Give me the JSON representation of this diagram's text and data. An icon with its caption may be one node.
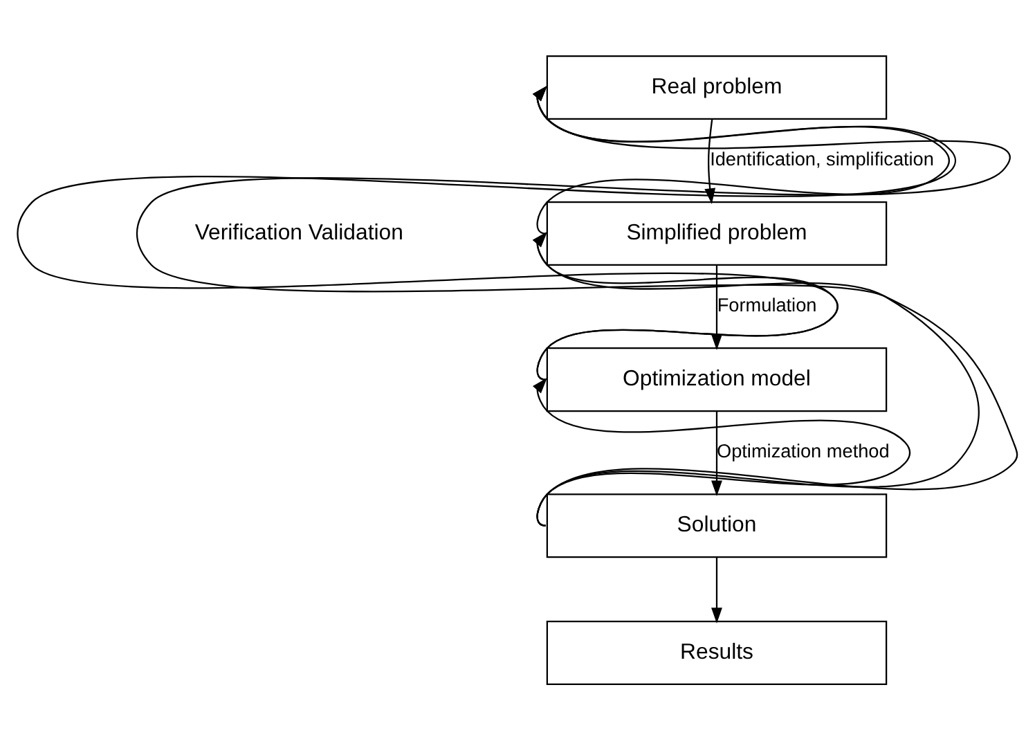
{
  "diagram": {
    "nodes": [
      {
        "text": [
          "Real problem"
        ]
      },
      {
        "text": [
          "Simplified problem"
        ]
      },
      {
        "text": [
          "Optimization model"
        ]
      },
      {
        "text": [
          "Solution"
        ]
      },
      {
        "text": [
          "Results"
        ]
      }
    ],
    "edges": [
      {
        "from": 0,
        "to": 1,
        "arrow": "to",
        "label": "Identification, simplification"
      },
      {
        "from": 1,
        "to": 2,
        "arrow": "to",
        "label": "Formulation"
      },
      {
        "from": 2,
        "to": 3,
        "arrow": "to",
        "label": "Optimization method"
      },
      {
        "from": 3,
        "to": 4,
        "arrow": "to"
      },
      {
        "from": 1,
        "to": 0,
        "arrow": "to"
      },
      {
        "from": 2,
        "to": 1,
        "arrow": "to"
      },
      {
        "from": 2,
        "to": 0,
        "arrow": "to"
      },
      {
        "from": 3,
        "to": 2,
        "arrow": "to"
      },
      {
        "from": 3,
        "to": 1,
        "arrow": "to"
      },
      {
        "from": 3,
        "to": 0,
        "arrow": "to"
      }
    ],
    "labels": [
      "Verification Validation"
    ]
  }
}
